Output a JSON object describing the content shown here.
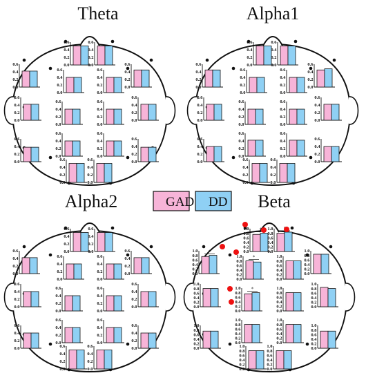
{
  "legend": {
    "items": [
      {
        "label": "GAD",
        "color": "#f7b4d8"
      },
      {
        "label": "DD",
        "color": "#8fd0f4"
      }
    ]
  },
  "chart_data": [
    {
      "type": "bar",
      "title": "Theta",
      "categories": [
        "GAD",
        "DD"
      ],
      "ylim": [
        0,
        0.6
      ],
      "yticks": [
        0,
        0.2,
        0.4,
        0.6
      ],
      "panels": [
        {
          "values": [
            0.5,
            0.5
          ]
        },
        {
          "values": [
            0.5,
            0.5
          ]
        },
        {
          "values": [
            0.42,
            0.42
          ]
        },
        {
          "values": [
            0.4,
            0.4
          ]
        },
        {
          "values": [
            0.4,
            0.4
          ]
        },
        {
          "values": [
            0.45,
            0.45
          ]
        },
        {
          "values": [
            0.42,
            0.42
          ]
        },
        {
          "values": [
            0.4,
            0.4
          ]
        },
        {
          "values": [
            0.4,
            0.4
          ]
        },
        {
          "values": [
            0.42,
            0.42
          ]
        },
        {
          "values": [
            0.38,
            0.38
          ]
        },
        {
          "values": [
            0.4,
            0.4
          ]
        },
        {
          "values": [
            0.4,
            0.4
          ]
        },
        {
          "values": [
            0.38,
            0.38
          ]
        },
        {
          "values": [
            0.5,
            0.5
          ]
        },
        {
          "values": [
            0.5,
            0.5
          ]
        }
      ]
    },
    {
      "type": "bar",
      "title": "Alpha1",
      "categories": [
        "GAD",
        "DD"
      ],
      "ylim": [
        0,
        0.6
      ],
      "yticks": [
        0,
        0.2,
        0.4,
        0.6
      ],
      "panels": [
        {
          "values": [
            0.5,
            0.5
          ]
        },
        {
          "values": [
            0.5,
            0.5
          ]
        },
        {
          "values": [
            0.45,
            0.45
          ]
        },
        {
          "values": [
            0.4,
            0.4
          ]
        },
        {
          "values": [
            0.4,
            0.4
          ]
        },
        {
          "values": [
            0.45,
            0.48
          ]
        },
        {
          "values": [
            0.42,
            0.42
          ]
        },
        {
          "values": [
            0.4,
            0.4
          ]
        },
        {
          "values": [
            0.4,
            0.4
          ]
        },
        {
          "values": [
            0.42,
            0.42
          ]
        },
        {
          "values": [
            0.4,
            0.4
          ]
        },
        {
          "values": [
            0.42,
            0.42
          ]
        },
        {
          "values": [
            0.42,
            0.42
          ]
        },
        {
          "values": [
            0.4,
            0.4
          ]
        },
        {
          "values": [
            0.5,
            0.5
          ]
        },
        {
          "values": [
            0.5,
            0.5
          ]
        }
      ]
    },
    {
      "type": "bar",
      "title": "Alpha2",
      "categories": [
        "GAD",
        "DD"
      ],
      "ylim": [
        0,
        0.6
      ],
      "yticks": [
        0,
        0.2,
        0.4,
        0.6
      ],
      "panels": [
        {
          "values": [
            0.5,
            0.5
          ]
        },
        {
          "values": [
            0.5,
            0.5
          ]
        },
        {
          "values": [
            0.42,
            0.42
          ]
        },
        {
          "values": [
            0.4,
            0.4
          ]
        },
        {
          "values": [
            0.4,
            0.4
          ]
        },
        {
          "values": [
            0.42,
            0.42
          ]
        },
        {
          "values": [
            0.4,
            0.4
          ]
        },
        {
          "values": [
            0.4,
            0.4
          ]
        },
        {
          "values": [
            0.4,
            0.4
          ]
        },
        {
          "values": [
            0.4,
            0.4
          ]
        },
        {
          "values": [
            0.4,
            0.4
          ]
        },
        {
          "values": [
            0.4,
            0.4
          ]
        },
        {
          "values": [
            0.4,
            0.4
          ]
        },
        {
          "values": [
            0.4,
            0.4
          ]
        },
        {
          "values": [
            0.5,
            0.5
          ]
        },
        {
          "values": [
            0.5,
            0.5
          ]
        }
      ]
    },
    {
      "type": "bar",
      "title": "Beta",
      "categories": [
        "GAD",
        "DD"
      ],
      "ylim": [
        0,
        1.0
      ],
      "yticks": [
        0,
        0.2,
        0.4,
        0.6,
        0.8,
        1.0
      ],
      "significance_marker": "*",
      "significant_color": "#ee1111",
      "panels": [
        {
          "values": [
            0.75,
            0.8
          ],
          "sig": true
        },
        {
          "values": [
            0.8,
            0.85
          ],
          "sig": true
        },
        {
          "values": [
            0.75,
            0.8
          ],
          "sig": true
        },
        {
          "values": [
            0.8,
            0.75
          ],
          "sig": true
        },
        {
          "values": [
            0.8,
            0.8
          ]
        },
        {
          "values": [
            0.85,
            0.85
          ]
        },
        {
          "values": [
            0.8,
            0.8
          ]
        },
        {
          "values": [
            0.75,
            0.8
          ],
          "sig": true
        },
        {
          "values": [
            0.8,
            0.8
          ]
        },
        {
          "values": [
            0.85,
            0.8
          ]
        },
        {
          "values": [
            0.75,
            0.75
          ]
        },
        {
          "values": [
            0.8,
            0.8
          ]
        },
        {
          "values": [
            0.8,
            0.8
          ]
        },
        {
          "values": [
            0.75,
            0.75
          ]
        },
        {
          "values": [
            0.8,
            0.8
          ]
        },
        {
          "values": [
            0.8,
            0.8
          ]
        }
      ]
    }
  ]
}
